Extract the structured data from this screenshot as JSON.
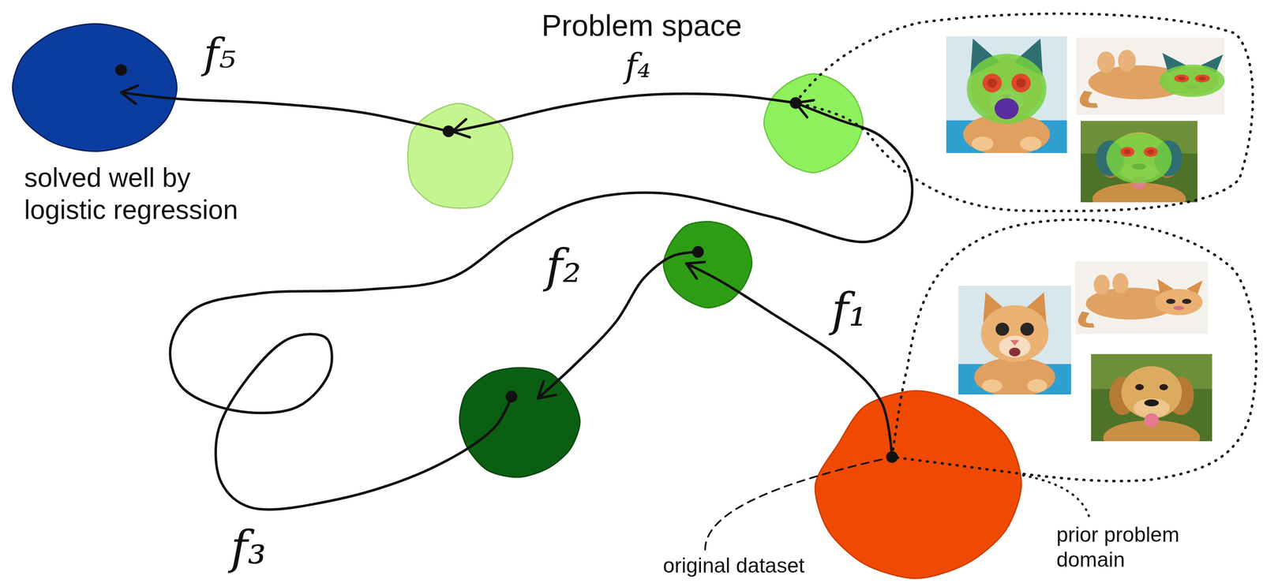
{
  "diagram": {
    "title": "Problem space",
    "nodes": [
      {
        "text": [
          "solved well by logistic regression"
        ]
      },
      {
        "text": []
      },
      {
        "text": []
      },
      {
        "text": []
      },
      {
        "text": []
      },
      {
        "text": [
          "original dataset",
          "prior problem domain"
        ]
      }
    ],
    "edges": [
      {
        "from": 5,
        "to": 3,
        "arrow": "to",
        "label": "f₁"
      },
      {
        "from": 3,
        "to": 4,
        "arrow": "to",
        "label": "f₂"
      },
      {
        "from": 4,
        "to": 2,
        "arrow": "to",
        "label": "f₃"
      },
      {
        "from": 2,
        "to": 1,
        "arrow": "to",
        "label": "f₄"
      },
      {
        "from": 1,
        "to": 0,
        "arrow": "to",
        "label": "f₅"
      }
    ]
  }
}
